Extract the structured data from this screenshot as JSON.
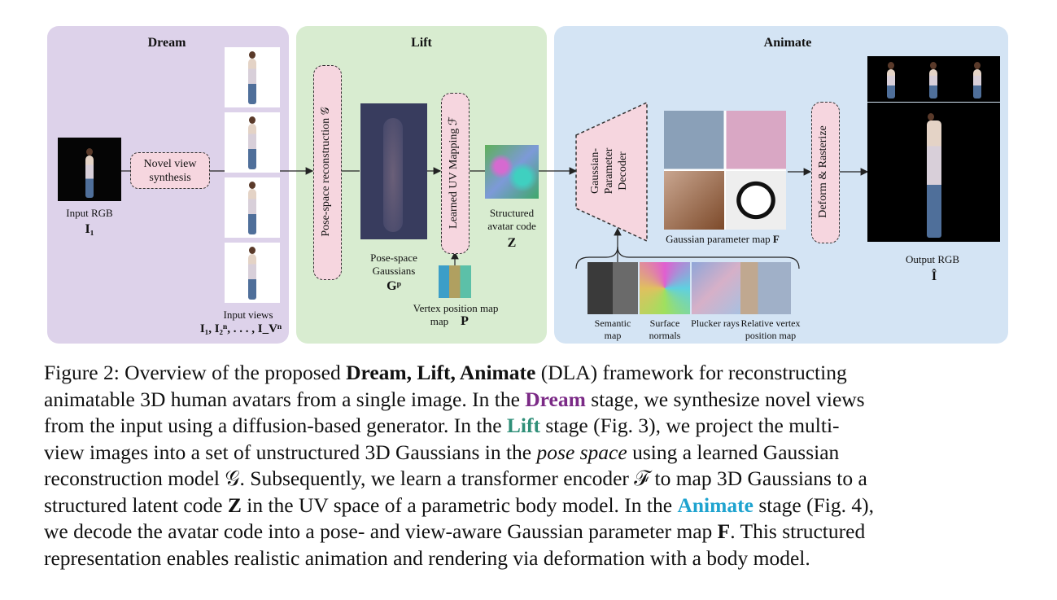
{
  "figure": {
    "dream": {
      "title": "Dream",
      "input_label": "Input RGB",
      "input_math": "I₁",
      "novel_view": "Novel view synthesis",
      "views_label": "Input views",
      "views_math": "I₁, I₂ⁿ, . . . , I_Vⁿ"
    },
    "lift": {
      "title": "Lift",
      "pose_recon": "Pose-space reconstruction 𝒢",
      "gaussians_label": "Pose-space Gaussians",
      "gaussians_math": "Gᵖ",
      "uv_mapping": "Learned UV Mapping ℱ",
      "code_label": "Structured avatar code",
      "code_math": "Z",
      "vertex_label": "Vertex position map",
      "vertex_math": "P"
    },
    "animate": {
      "title": "Animate",
      "decoder": "Gaussian-Parameter Decoder",
      "param_map_label": "Gaussian parameter map",
      "param_map_math": "F",
      "deform": "Deform & Rasterize",
      "output_label": "Output RGB",
      "output_math": "Î",
      "cond": [
        {
          "label": "Semantic map"
        },
        {
          "label": "Surface normals"
        },
        {
          "label": "Plucker rays"
        },
        {
          "label": "Relative vertex position map"
        }
      ]
    },
    "colors": {
      "dream_bg": "#ddd2ea",
      "lift_bg": "#d8ecd0",
      "animate_bg": "#d4e4f4",
      "box_fill": "#f6d6df"
    }
  },
  "caption": {
    "l1a": "Figure 2: Overview of the proposed ",
    "l1b": "Dream, Lift, Animate",
    "l1c": " (DLA) framework for reconstructing",
    "l2a": "animatable 3D human avatars from a single image. In the ",
    "l2b": "Dream",
    "l2c": " stage, we synthesize novel views",
    "l3": "from the input using a diffusion-based generator. In the ",
    "l3b": "Lift",
    "l3c": " stage (Fig. 3), we project the multi-",
    "l4a": "view images into a set of unstructured 3D Gaussians in the ",
    "l4b": "pose space",
    "l4c": " using a learned Gaussian",
    "l5a": "reconstruction model 𝒢. Subsequently, we learn a transformer encoder ℱ to map 3D Gaussians to a",
    "l6a": "structured latent code ",
    "l6b": "Z",
    "l6c": " in the UV space of a parametric body model. In the ",
    "l6d": "Animate",
    "l6e": " stage (Fig. 4),",
    "l7a": "we decode the avatar code into a pose- and view-aware Gaussian parameter map ",
    "l7b": "F",
    "l7c": ". This structured",
    "l8": "representation enables realistic animation and rendering via deformation with a body model."
  }
}
